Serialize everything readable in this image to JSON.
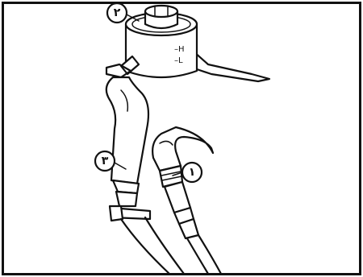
{
  "callouts": {
    "one": "۱",
    "two": "۲",
    "three": "۳"
  },
  "reservoir_marks": {
    "high": "–H",
    "low": "–L"
  }
}
